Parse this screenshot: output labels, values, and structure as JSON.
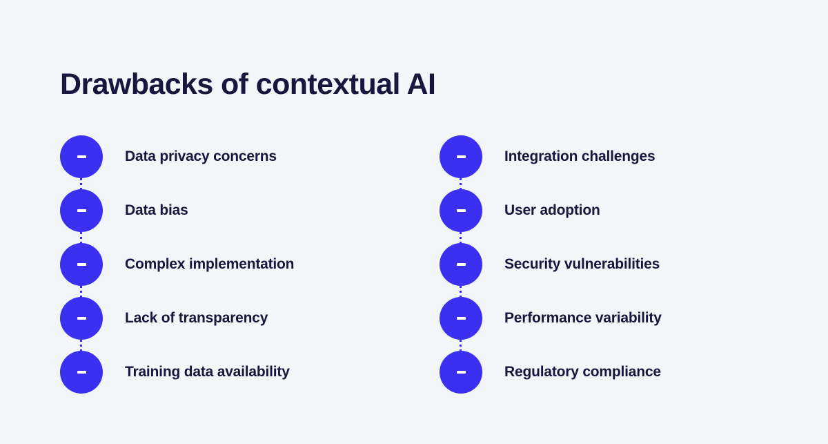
{
  "page": {
    "title": "Drawbacks of contextual AI",
    "background_color": "#f1f6f8",
    "accent_color": "#3b2ff0",
    "text_color": "#18163c",
    "marker_glyph_color": "#ffffff"
  },
  "columns": [
    {
      "name": "left-column",
      "items": [
        {
          "marker": "dash",
          "label": "Data privacy concerns"
        },
        {
          "marker": "dash",
          "label": "Data bias"
        },
        {
          "marker": "dash",
          "label": "Complex implementation"
        },
        {
          "marker": "dash",
          "label": "Lack of transparency"
        },
        {
          "marker": "dash",
          "label": "Training data availability"
        }
      ]
    },
    {
      "name": "right-column",
      "items": [
        {
          "marker": "dash",
          "label": "Integration challenges"
        },
        {
          "marker": "dash",
          "label": "User adoption"
        },
        {
          "marker": "dash",
          "label": "Security vulnerabilities"
        },
        {
          "marker": "dash",
          "label": "Performance variability"
        },
        {
          "marker": "dash",
          "label": "Regulatory compliance"
        }
      ]
    }
  ]
}
